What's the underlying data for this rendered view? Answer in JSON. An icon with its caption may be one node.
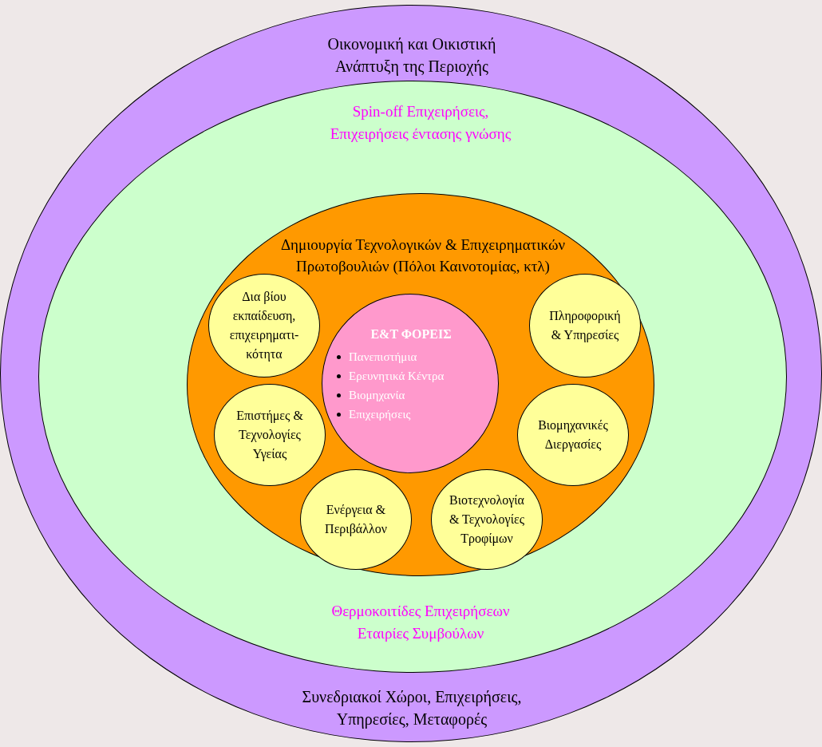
{
  "diagram": {
    "nodes": [
      {
        "text": [
          "Οικονομική και Οικιστική Ανάπτυξη της Περιοχής",
          "Συνεδριακοί Χώροι, Επιχειρήσεις, Υπηρεσίες, Μεταφορές"
        ]
      },
      {
        "text": [
          "Spin-off Επιχειρήσεις, Επιχειρήσεις έντασης γνώσης",
          "Θερμοκοιτίδες Επιχειρήσεων Εταιρίες Συμβούλων"
        ],
        "in": 0
      },
      {
        "text": [
          "Δημιουργία Τεχνολογικών & Επιχειρηματικών Πρωτοβουλιών (Πόλοι Καινοτομίας, κτλ)"
        ],
        "in": 1
      },
      {
        "text": [
          "Δια βίου εκπαίδευση, επιχειρηματι-κότητα"
        ],
        "in": 2
      },
      {
        "text": [
          "Ε&Τ ΦΟΡΕΙΣ",
          "Πανεπιστήμια",
          "Ερευνητικά Κέντρα",
          "Βιομηχανία",
          "Επιχειρήσεις"
        ],
        "in": 2
      },
      {
        "text": [
          "Πληροφορική & Υπηρεσίες"
        ],
        "in": 2
      },
      {
        "text": [
          "Επιστήμες & Τεχνολογίες Υγείας"
        ],
        "in": 2
      },
      {
        "text": [
          "Βιομηχανικές Διεργασίες"
        ],
        "in": 2
      },
      {
        "text": [
          "Ενέργεια & Περιβάλλον"
        ],
        "in": 2
      },
      {
        "text": [
          "Βιοτεχνολογία & Τεχνολογίες Τροφίμων"
        ],
        "in": 2
      }
    ]
  }
}
